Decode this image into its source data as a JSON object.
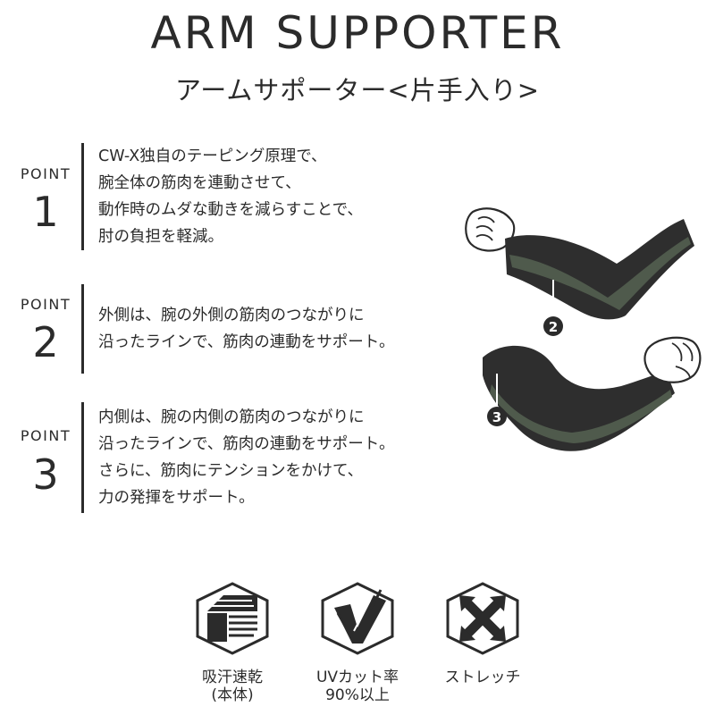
{
  "header": {
    "title": "ARM SUPPORTER",
    "subtitle": "アームサポーター<片手入り>"
  },
  "points": [
    {
      "label": "POINT",
      "number": "1",
      "lines": [
        "CW-X独自のテーピング原理で、",
        "腕全体の筋肉を連動させて、",
        "動作時のムダな動きを減らすことで、",
        "肘の負担を軽減。"
      ]
    },
    {
      "label": "POINT",
      "number": "2",
      "lines": [
        "外側は、腕の外側の筋肉のつながりに",
        "沿ったラインで、筋肉の連動をサポート。"
      ]
    },
    {
      "label": "POINT",
      "number": "3",
      "lines": [
        "内側は、腕の内側の筋肉のつながりに",
        "沿ったラインで、筋肉の連動をサポート。",
        "さらに、筋肉にテンションをかけて、",
        "力の発揮をサポート。"
      ]
    }
  ],
  "illustrations": {
    "marker_2": "2",
    "marker_3": "3"
  },
  "features": [
    {
      "icon": "quick-dry-icon",
      "lines": [
        "吸汗速乾",
        "(本体)"
      ]
    },
    {
      "icon": "uv-cut-icon",
      "lines": [
        "UVカット率",
        "90%以上"
      ]
    },
    {
      "icon": "stretch-icon",
      "lines": [
        "ストレッチ"
      ]
    }
  ],
  "colors": {
    "text": "#2b2b2b",
    "sleeve_dark": "#2e2e2e",
    "sleeve_green": "#4f5a4c"
  }
}
